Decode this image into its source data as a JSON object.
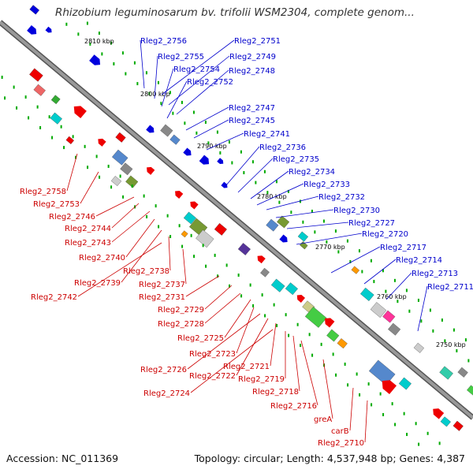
{
  "title": "Rhizobium leguminosarum bv. trifolii WSM2304, complete genom...",
  "footer": {
    "accession": "Accession: NC_011369",
    "info": "Topology: circular; Length: 4,537,948 bp; Genes: 4,387"
  },
  "colors": {
    "forward_gene": "#0000dd",
    "reverse_gene": "#ee0000",
    "backbone": "#999999",
    "forward_label": "#0000cc",
    "reverse_label": "#cc0000",
    "tick": "#00aa00"
  },
  "scale_labels": [
    "2810 kbp",
    "2800 kbp",
    "2790 kbp",
    "2780 kbp",
    "2770 kbp",
    "2760 kbp",
    "2750 kbp"
  ],
  "forward_labels": [
    "Rleg2_2756",
    "Rleg2_2751",
    "Rleg2_2755",
    "Rleg2_2749",
    "Rleg2_2754",
    "Rleg2_2748",
    "Rleg2_2752",
    "Rleg2_2747",
    "Rleg2_2745",
    "Rleg2_2741",
    "Rleg2_2736",
    "Rleg2_2735",
    "Rleg2_2734",
    "Rleg2_2733",
    "Rleg2_2732",
    "Rleg2_2730",
    "Rleg2_2727",
    "Rleg2_2720",
    "Rleg2_2717",
    "Rleg2_2714",
    "Rleg2_2713",
    "Rleg2_2711"
  ],
  "reverse_labels": [
    "Rleg2_2758",
    "Rleg2_2753",
    "Rleg2_2746",
    "Rleg2_2744",
    "Rleg2_2743",
    "Rleg2_2740",
    "Rleg2_2738",
    "Rleg2_2739",
    "Rleg2_2737",
    "Rleg2_2742",
    "Rleg2_2731",
    "Rleg2_2729",
    "Rleg2_2728",
    "Rleg2_2725",
    "Rleg2_2723",
    "Rleg2_2726",
    "Rleg2_2722",
    "Rleg2_2721",
    "Rleg2_2719",
    "Rleg2_2724",
    "Rleg2_2718",
    "Rleg2_2716",
    "greA",
    "carB",
    "Rleg2_2710"
  ]
}
